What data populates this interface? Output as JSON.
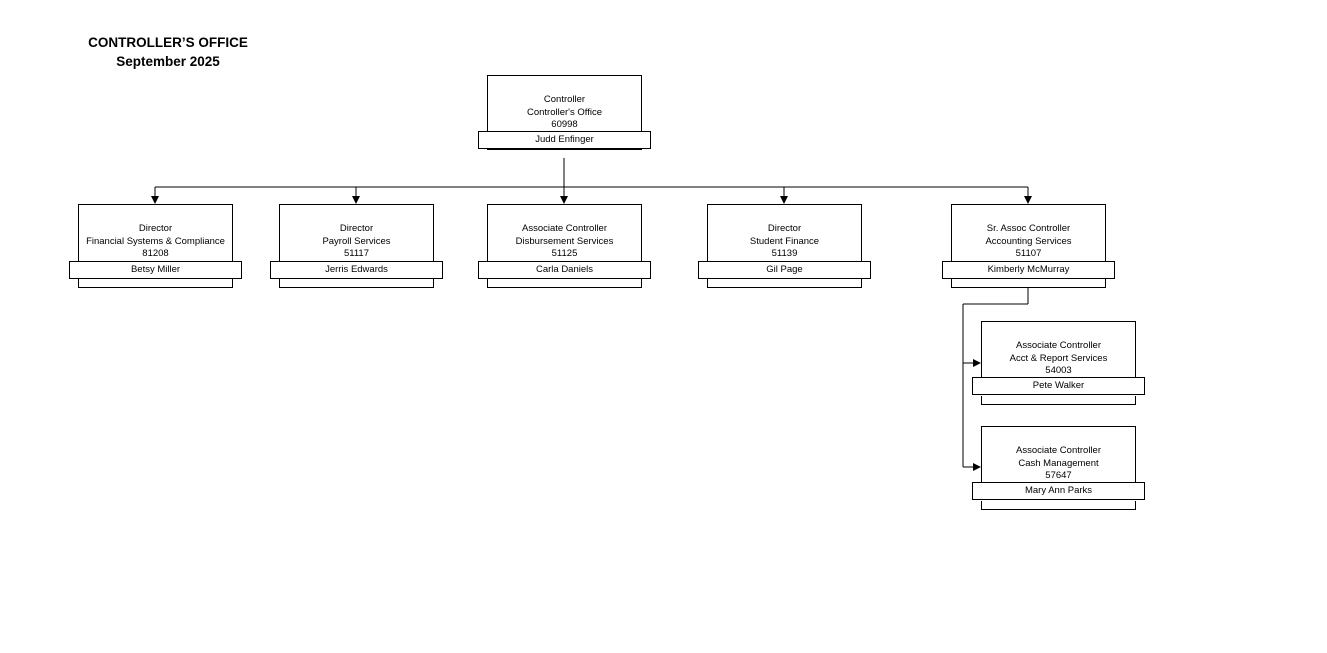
{
  "header": {
    "title": "CONTROLLER’S OFFICE",
    "date": "September 2025"
  },
  "nodes": {
    "controller": {
      "title": "Controller",
      "unit": "Controller's Office",
      "code": "60998",
      "name": "Judd Enfinger"
    },
    "fin_systems": {
      "title": "Director",
      "unit": "Financial Systems & Compliance",
      "code": "81208",
      "name": "Betsy Miller"
    },
    "payroll": {
      "title": "Director",
      "unit": "Payroll Services",
      "code": "51117",
      "name": "Jerris Edwards"
    },
    "disbursement": {
      "title": "Associate Controller",
      "unit": "Disbursement Services",
      "code": "51125",
      "name": "Carla Daniels"
    },
    "student_finance": {
      "title": "Director",
      "unit": "Student Finance",
      "code": "51139",
      "name": "Gil Page"
    },
    "accounting": {
      "title": "Sr. Assoc Controller",
      "unit": "Accounting Services",
      "code": "51107",
      "name": "Kimberly McMurray"
    },
    "acct_report": {
      "title": "Associate Controller",
      "unit": "Acct & Report Services",
      "code": "54003",
      "name": "Pete Walker"
    },
    "cash_mgmt": {
      "title": "Associate Controller",
      "unit": "Cash Management",
      "code": "57647",
      "name": "Mary Ann Parks"
    }
  }
}
